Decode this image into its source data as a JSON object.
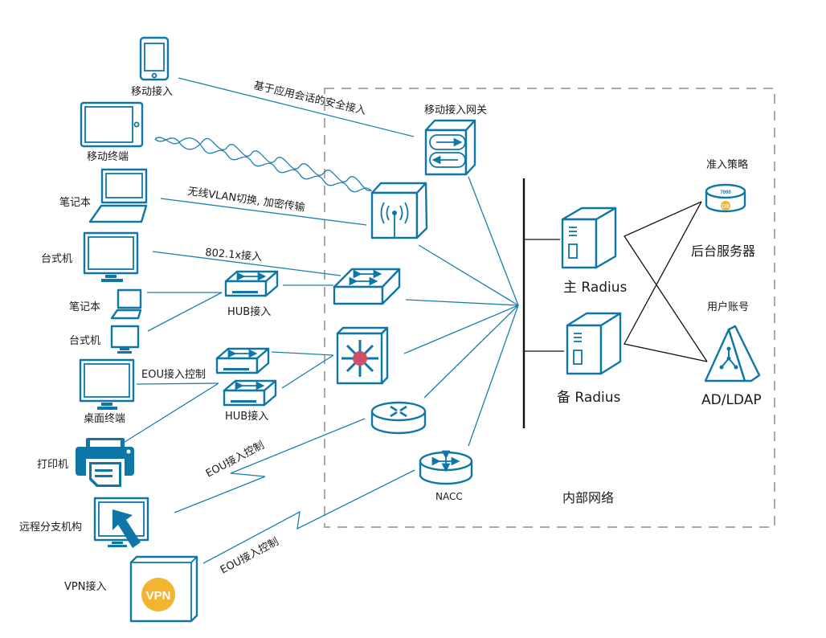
{
  "colors": {
    "icon": "#0e77a8",
    "link": "#1a7fb0",
    "zone_border": "#a9a9a9",
    "core_hub": "#d0506a",
    "vpn_badge": "#f2b431",
    "db_badge": "#f2b431"
  },
  "zone": {
    "label": "内部网络"
  },
  "endpoints": {
    "mobile_access": "移动接入",
    "mobile_terminal": "移动终端",
    "laptop_1": "笔记本",
    "desktop_1": "台式机",
    "laptop_2": "笔记本",
    "desktop_2": "台式机",
    "desktop_terminal": "桌面终端",
    "printer": "打印机",
    "remote_branch": "远程分支机构",
    "vpn": "VPN接入",
    "vpn_badge": "VPN"
  },
  "hubs": {
    "hub_1": "HUB接入",
    "hub_2": "HUB接入",
    "eou_label": "EOU接入控制"
  },
  "links": {
    "app_session": "基于应用会话的安全接入",
    "wireless": "无线VLAN切换, 加密传输",
    "dot1x": "802.1x接入",
    "eou_wan_1": "EOU接入控制",
    "eou_wan_2": "EOU接入控制"
  },
  "core": {
    "mobile_gateway": "移动接入网关",
    "nacc": "NACC",
    "primary_radius": "主 Radius",
    "backup_radius": "备 Radius"
  },
  "backend": {
    "policy_title": "准入策略",
    "db_caption": "7000",
    "db_badge": "DB",
    "backend_servers": "后台服务器",
    "accounts_title": "用户账号",
    "ad_ldap": "AD/LDAP"
  }
}
